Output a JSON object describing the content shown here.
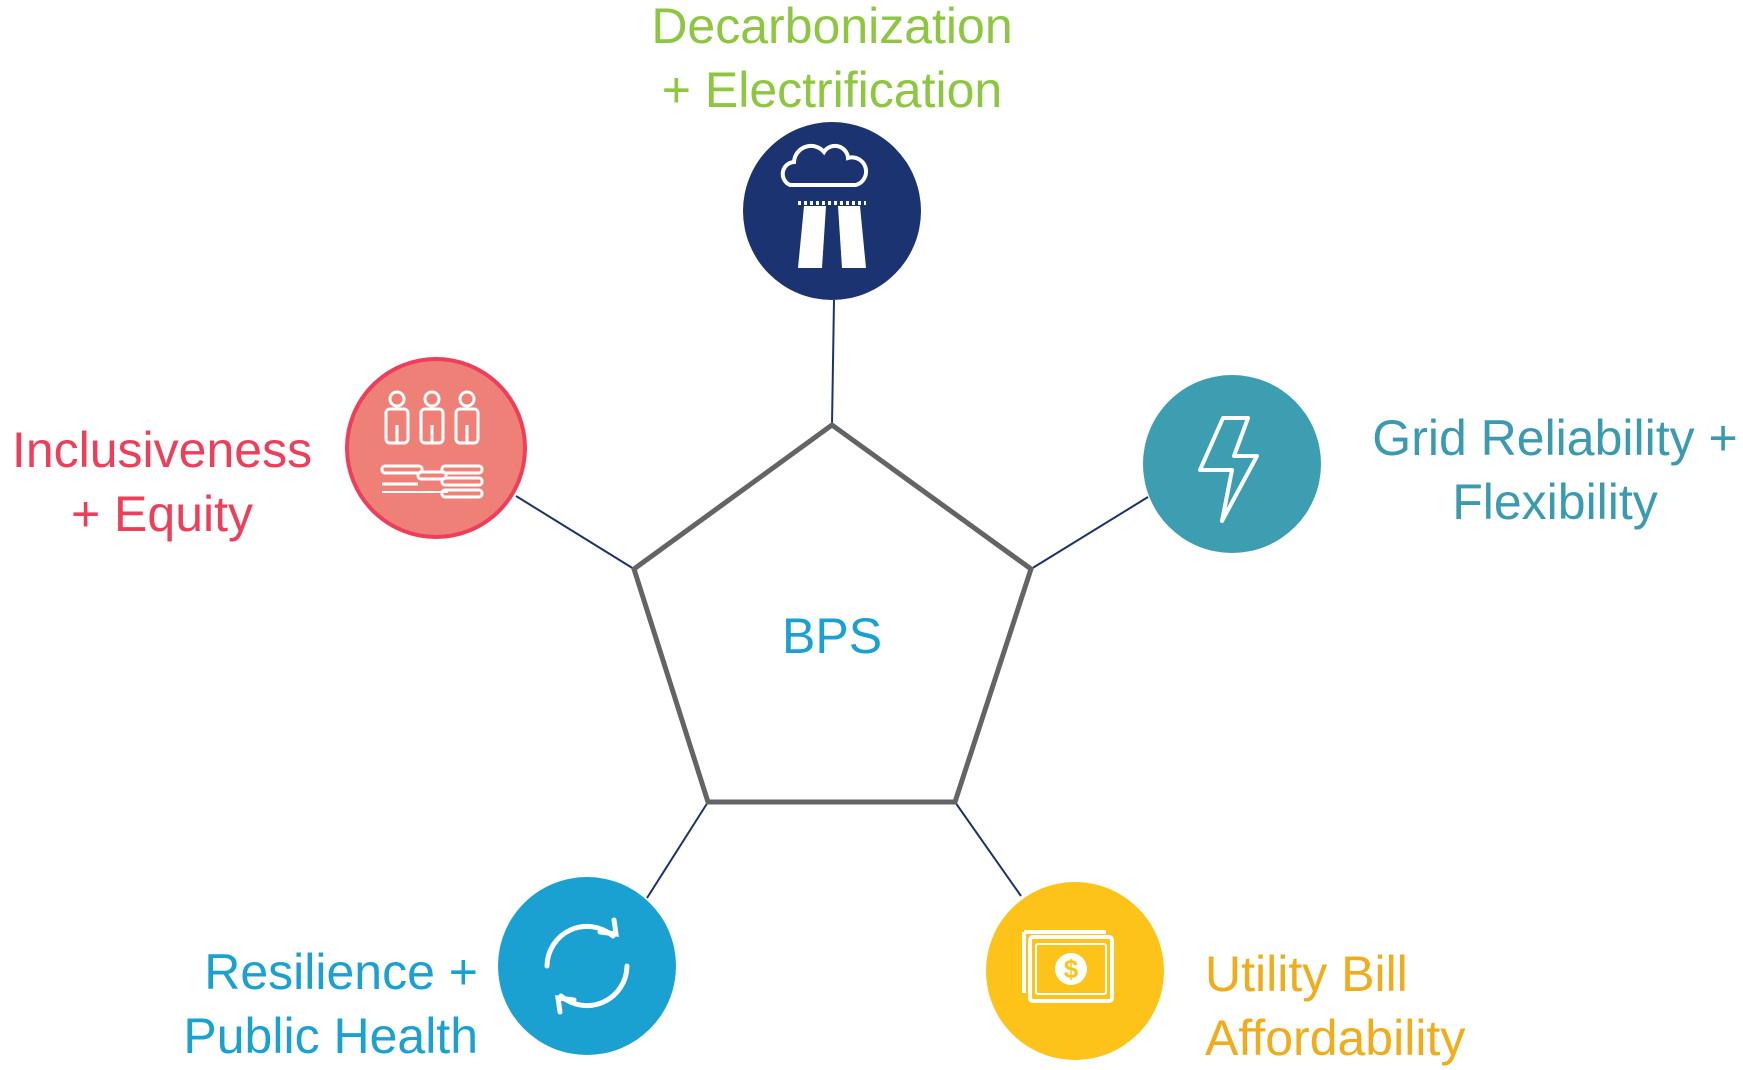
{
  "center": {
    "label": "BPS",
    "color": "#1ba1d1"
  },
  "colors": {
    "pentagon_stroke": "#636466",
    "connector": "#1e3266"
  },
  "pillars": [
    {
      "id": "decarbonization",
      "line1": "Decarbonization",
      "line2": "+ Electrification",
      "text_color": "#8dc63f",
      "circle_color": "#1b3370",
      "icon": "factory-cloud-icon"
    },
    {
      "id": "grid",
      "line1": "Grid Reliability +",
      "line2": "Flexibility",
      "text_color": "#3a9bb0",
      "circle_color": "#3d9db1",
      "icon": "lightning-bolt-icon"
    },
    {
      "id": "affordability",
      "line1": "Utility Bill",
      "line2": "Affordability",
      "text_color": "#f0ac1a",
      "circle_color": "#fdc318",
      "icon": "dollar-bill-icon"
    },
    {
      "id": "resilience",
      "line1": "Resilience +",
      "line2": "Public Health",
      "text_color": "#1ba1d1",
      "circle_color": "#1ba1d1",
      "icon": "refresh-cycle-icon"
    },
    {
      "id": "inclusiveness",
      "line1": "Inclusiveness",
      "line2": "+ Equity",
      "text_color": "#ee3e5a",
      "circle_color": "#ef8077",
      "icon": "people-group-icon"
    }
  ]
}
